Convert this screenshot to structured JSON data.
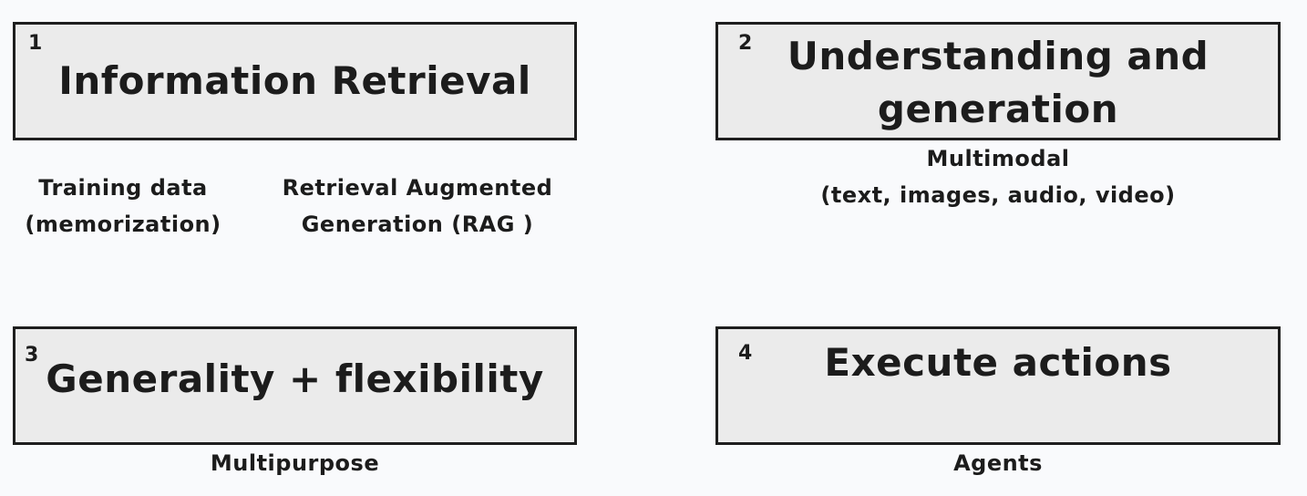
{
  "boxes": [
    {
      "number": "1",
      "title_lines": [
        "Information Retrieval"
      ]
    },
    {
      "number": "2",
      "title_lines": [
        "Understanding and",
        "generation"
      ]
    },
    {
      "number": "3",
      "title_lines": [
        "Generality + flexibility"
      ]
    },
    {
      "number": "4",
      "title_lines": [
        "Execute actions"
      ]
    }
  ],
  "captions": {
    "training_data": [
      "Training data",
      "(memorization)"
    ],
    "rag": [
      "Retrieval Augmented",
      "Generation (RAG )"
    ],
    "multimodal": [
      "Multimodal",
      "(text, images, audio, video)"
    ],
    "multipurpose": [
      "Multipurpose"
    ],
    "agents": [
      "Agents"
    ]
  },
  "colors": {
    "background": "#f9fafc",
    "box_fill": "#ebebeb",
    "box_border": "#1e1e1e",
    "text": "#1c1c1c"
  }
}
